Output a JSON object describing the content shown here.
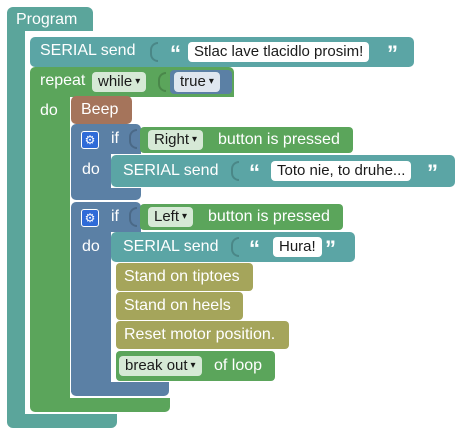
{
  "program": {
    "label": "Program"
  },
  "serial1": {
    "label": "SERIAL send",
    "text": "Stlac lave tlacidlo prosim!"
  },
  "repeat": {
    "label": "repeat",
    "mode": "while",
    "condition": "true",
    "do_label": "do"
  },
  "beep": {
    "label": "Beep"
  },
  "if1": {
    "if_label": "if",
    "button": "Right",
    "suffix": "button is pressed",
    "do_label": "do",
    "serial_label": "SERIAL send",
    "serial_text": "Toto nie, to druhe..."
  },
  "if2": {
    "if_label": "if",
    "button": "Left",
    "suffix": "button is pressed",
    "do_label": "do",
    "serial_label": "SERIAL send",
    "serial_text": "Hura!"
  },
  "actions": {
    "tiptoes": "Stand on tiptoes",
    "heels": "Stand on heels",
    "reset": "Reset motor position."
  },
  "break": {
    "mode": "break out",
    "suffix": "of loop"
  },
  "glyphs": {
    "open_quote": "“",
    "close_quote": "”",
    "dropdown": "▾",
    "gear": "⚙"
  },
  "colors": {
    "program": "#5ba59b",
    "loop": "#5ba55b",
    "logic": "#5b80a5",
    "sound": "#a5745b",
    "action": "#a5a55b",
    "text": "#5ba5a5"
  }
}
